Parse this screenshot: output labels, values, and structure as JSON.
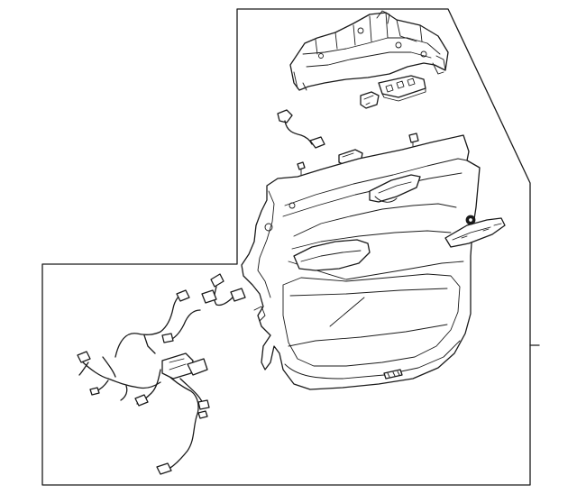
{
  "diagram": {
    "type": "exploded-parts-illustration",
    "parts": [
      {
        "name": "door-trim-panel"
      },
      {
        "name": "upper-bracket"
      },
      {
        "name": "window-switch"
      },
      {
        "name": "small-switch"
      },
      {
        "name": "lock-switch"
      },
      {
        "name": "pigtail-connector"
      },
      {
        "name": "retaining-clip"
      },
      {
        "name": "push-pin"
      },
      {
        "name": "pull-handle-bezel"
      },
      {
        "name": "wiring-harness"
      },
      {
        "name": "harness-connector"
      },
      {
        "name": "sensor-plug"
      }
    ],
    "colors": {
      "stroke": "#1a1a1a",
      "background": "#ffffff"
    }
  }
}
